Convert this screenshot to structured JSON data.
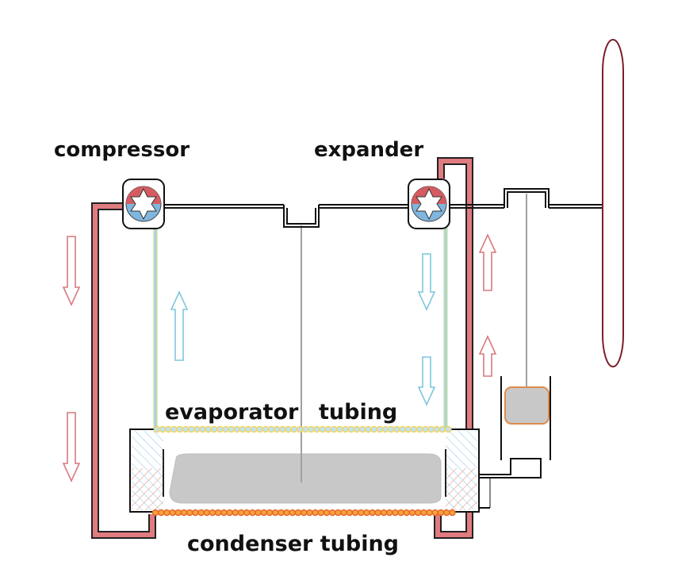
{
  "labels": {
    "compressor": "compressor",
    "expander": "expander",
    "evaporator_word": "evaporator",
    "tubing_word": "tubing",
    "condenser": "condenser tubing"
  },
  "colors": {
    "hot_pipe": "#c9555b",
    "hot_pipe_fill": "#e07b80",
    "cold_arrow": "#7fc6de",
    "hot_arrow": "#d77a7e",
    "evap_bead": "#f3d35c",
    "cond_bead": "#e8622a",
    "flywheel": "#7a1f2b",
    "shaft": "#111111",
    "gray_body": "#c8c8c8",
    "piston_border": "#e08a4a"
  },
  "icons": [
    "compressor-rotor-icon",
    "expander-rotor-icon",
    "flow-arrow-icon",
    "flywheel-icon"
  ]
}
